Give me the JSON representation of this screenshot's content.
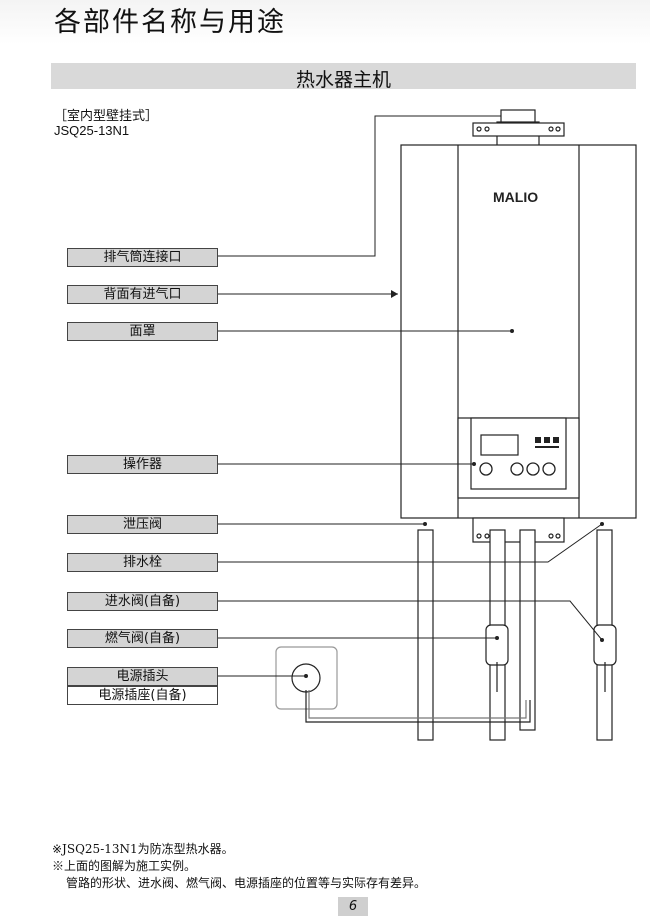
{
  "page_title": "各部件名称与用途",
  "section_title": "热水器主机",
  "model_type": "［室内型壁挂式］",
  "model_code": "JSQ25-13N1",
  "brand": "MALIO",
  "labels": {
    "exhaust": "排气筒连接口",
    "air_intake": "背面有进气口",
    "cover": "面罩",
    "controller": "操作器",
    "relief_valve": "泄压阀",
    "drain_plug": "排水栓",
    "water_valve": "进水阀(自备)",
    "gas_valve": "燃气阀(自备)",
    "power_plug": "电源插头",
    "power_socket": "电源插座(自备)"
  },
  "notes": {
    "line1": "※JSQ25-13N1为防冻型热水器。",
    "line2": "※上面的图解为施工实例。",
    "line3": "管路的形状、进水阀、燃气阀、电源插座的位置等与实际存有差异。"
  },
  "page_number": "6"
}
